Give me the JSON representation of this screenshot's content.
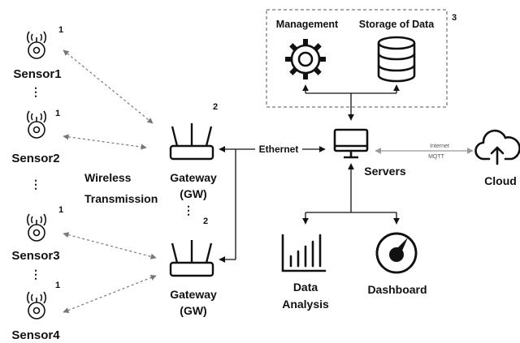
{
  "sensors": [
    {
      "label": "Sensor1",
      "number": "1"
    },
    {
      "label": "Sensor2",
      "number": "1"
    },
    {
      "label": "Sensor3",
      "number": "1"
    },
    {
      "label": "Sensor4",
      "number": "1"
    }
  ],
  "ellipsis": "⋮",
  "wireless": {
    "line1": "Wireless",
    "line2": "Transmission"
  },
  "gateways": [
    {
      "line1": "Gateway",
      "line2": "(GW)",
      "number": "2"
    },
    {
      "line1": "Gateway",
      "line2": "(GW)",
      "number": "2"
    }
  ],
  "ethernet_label": "Ethernet",
  "group_number": "3",
  "management_label": "Management",
  "storage_label": "Storage of Data",
  "servers_label": "Servers",
  "internet_label": "Internet",
  "mqtt_label": "MQTT",
  "cloud_label": "Cloud",
  "data_analysis": {
    "line1": "Data",
    "line2": "Analysis"
  },
  "dashboard_label": "Dashboard",
  "icons": {
    "sensor": "wireless-sensor-icon",
    "gateway": "router-icon",
    "management": "gear-icon",
    "storage": "database-icon",
    "servers": "monitor-icon",
    "cloud": "cloud-upload-icon",
    "analysis": "bar-chart-icon",
    "dashboard": "gauge-icon"
  },
  "colors": {
    "dashed_link": "#777777",
    "solid_link": "#111111",
    "mqtt_link": "#aaaaaa"
  }
}
